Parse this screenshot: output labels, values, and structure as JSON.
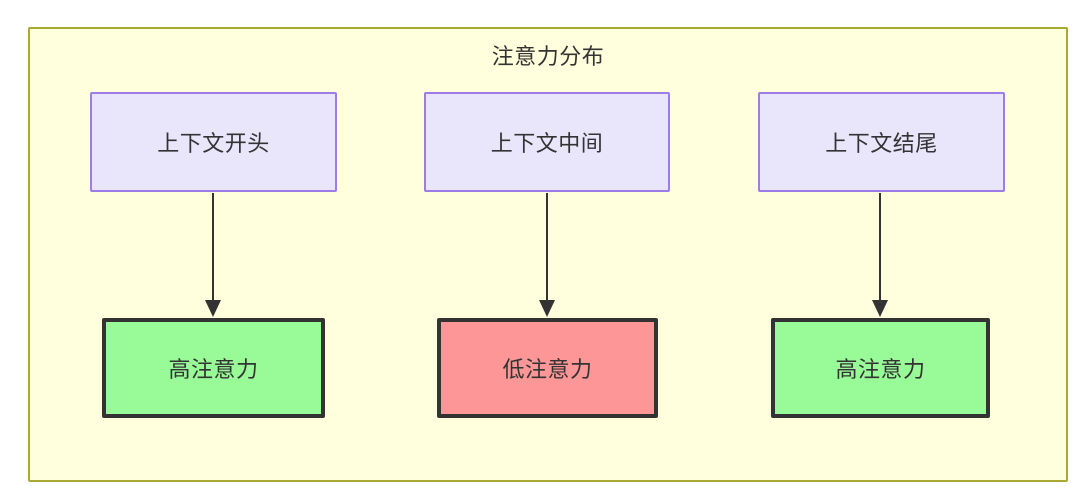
{
  "diagram": {
    "title": "注意力分布",
    "container": {
      "background_color": "#ffffdd",
      "border_color": "#aaaa33"
    },
    "columns": [
      {
        "source": {
          "label": "上下文开头",
          "fill_color": "#e9e5fb",
          "border_color": "#9b7ce8"
        },
        "result": {
          "label": "高注意力",
          "fill_color": "#98fb98",
          "border_color": "#333333",
          "level": "high"
        }
      },
      {
        "source": {
          "label": "上下文中间",
          "fill_color": "#e9e5fb",
          "border_color": "#9b7ce8"
        },
        "result": {
          "label": "低注意力",
          "fill_color": "#fc9697",
          "border_color": "#333333",
          "level": "low"
        }
      },
      {
        "source": {
          "label": "上下文结尾",
          "fill_color": "#e9e5fb",
          "border_color": "#9b7ce8"
        },
        "result": {
          "label": "高注意力",
          "fill_color": "#98fb98",
          "border_color": "#333333",
          "level": "high"
        }
      }
    ],
    "edges": [
      {
        "from": "上下文开头",
        "to": "高注意力",
        "style": "arrow"
      },
      {
        "from": "上下文中间",
        "to": "低注意力",
        "style": "arrow"
      },
      {
        "from": "上下文结尾",
        "to": "高注意力",
        "style": "arrow"
      }
    ]
  }
}
